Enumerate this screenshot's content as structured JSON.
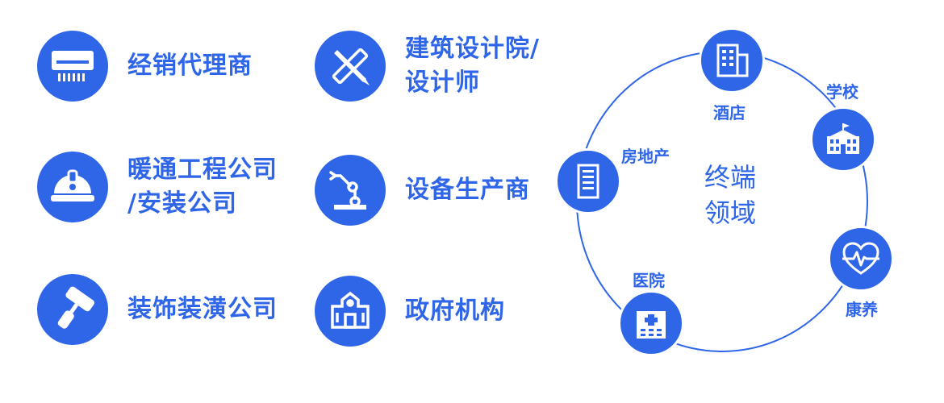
{
  "colors": {
    "primary": "#2f66e8",
    "background": "#ffffff"
  },
  "left_items": [
    {
      "icon": "air-conditioner-icon",
      "lines": [
        "经销代理商"
      ]
    },
    {
      "icon": "hard-hat-icon",
      "lines": [
        "暖通工程公司",
        "/安装公司"
      ]
    },
    {
      "icon": "paint-roller-icon",
      "lines": [
        "装饰装潢公司"
      ]
    }
  ],
  "mid_items": [
    {
      "icon": "ruler-pencil-icon",
      "lines": [
        "建筑设计院/",
        "设计师"
      ]
    },
    {
      "icon": "robot-arm-icon",
      "lines": [
        "设备生产商"
      ]
    },
    {
      "icon": "government-building-icon",
      "lines": [
        "政府机构"
      ]
    }
  ],
  "terminal": {
    "center": [
      "终端",
      "领域"
    ],
    "nodes": [
      {
        "icon": "hotel-building-icon",
        "label": "酒店"
      },
      {
        "icon": "school-icon",
        "label": "学校"
      },
      {
        "icon": "real-estate-icon",
        "label": "房地产"
      },
      {
        "icon": "heart-pulse-icon",
        "label": "康养"
      },
      {
        "icon": "hospital-icon",
        "label": "医院"
      }
    ]
  }
}
